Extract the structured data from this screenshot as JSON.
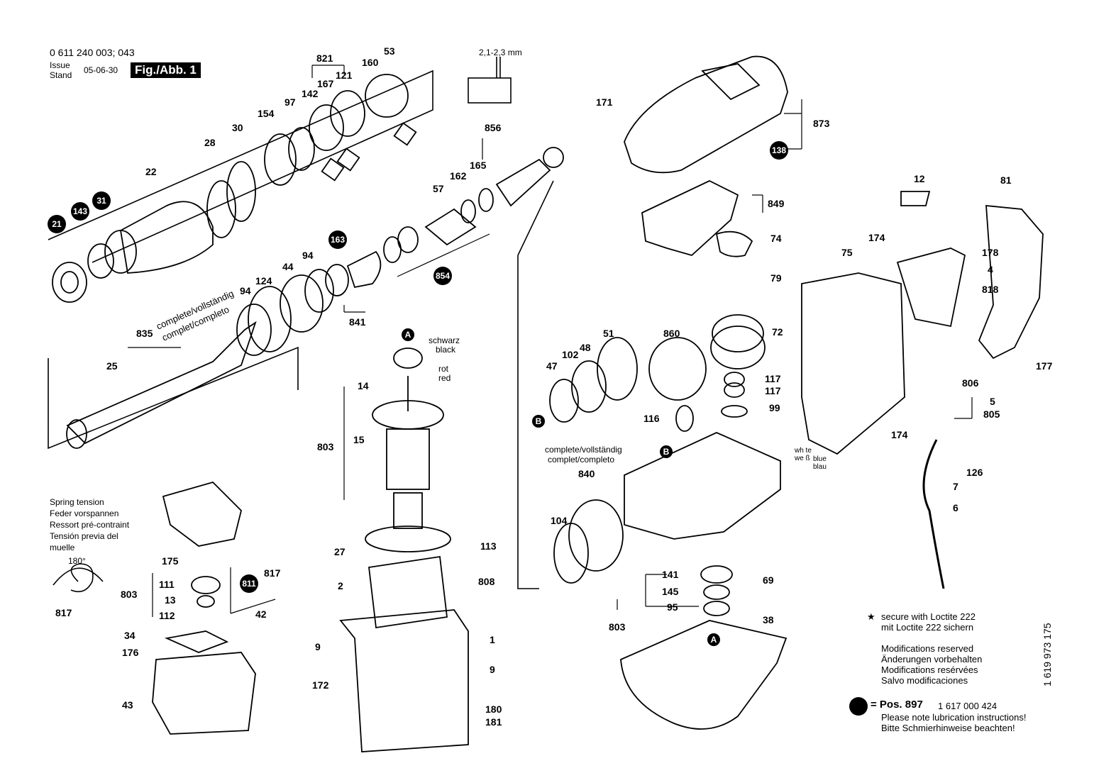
{
  "header": {
    "part_number": "0 611 240 003; 043",
    "issue_label": "Issue",
    "stand_label": "Stand",
    "date": "05-06-30",
    "figure_label": "Fig./Abb. 1"
  },
  "insert_dim": "2,1-2,3 mm",
  "side_code": "1 619 973 175",
  "texts": {
    "complete_top_1": "complete/vollständig",
    "complete_top_2": "complet/completo",
    "complete_mid_1": "complete/vollständig",
    "complete_mid_2": "complet/completo",
    "schwarz": "schwarz",
    "black": "black",
    "rot": "rot",
    "red": "red",
    "spring_1": "Spring tension",
    "spring_2": "Feder vorspannen",
    "spring_3": "Ressort pré-contraint",
    "spring_4": "Tensión previa del",
    "spring_5": "muelle",
    "angle": "180°",
    "white_1": "wh te",
    "white_2": "we ß",
    "blue_1": "blue",
    "blue_2": "blau"
  },
  "notes": {
    "loctite_1": "secure with Loctite 222",
    "loctite_2": "mit Loctite 222 sichern",
    "mod_1": "Modifications reserved",
    "mod_2": "Änderungen vorbehalten",
    "mod_3": "Modifications resérvées",
    "mod_4": "Salvo modificaciones",
    "pos_label": "= Pos.  897",
    "pos_number": "1 617 000 424",
    "lube_1": "Please note lubrication instructions!",
    "lube_2": "Bitte Schmierhinweise beachten!"
  },
  "labels": [
    "821",
    "53",
    "160",
    "121",
    "167",
    "142",
    "97",
    "154",
    "30",
    "28",
    "22",
    "856",
    "165",
    "162",
    "57",
    "94",
    "44",
    "124",
    "94",
    "835",
    "25",
    "841",
    "14",
    "15",
    "803",
    "27",
    "2",
    "113",
    "808",
    "1",
    "9",
    "9",
    "172",
    "180",
    "181",
    "175",
    "111",
    "13",
    "112",
    "803",
    "817",
    "42",
    "34",
    "176",
    "43",
    "171",
    "873",
    "849",
    "74",
    "79",
    "860",
    "72",
    "51",
    "48",
    "102",
    "47",
    "117",
    "117",
    "116",
    "99",
    "840",
    "104",
    "141",
    "145",
    "95",
    "803",
    "69",
    "38",
    "12",
    "81",
    "174",
    "178",
    "4",
    "818",
    "75",
    "177",
    "806",
    "5",
    "805",
    "174",
    "126",
    "7",
    "6"
  ],
  "badges": [
    "21",
    "143",
    "31",
    "163",
    "854",
    "138",
    "811"
  ],
  "ref_markers": [
    "A",
    "A",
    "B",
    "B"
  ]
}
